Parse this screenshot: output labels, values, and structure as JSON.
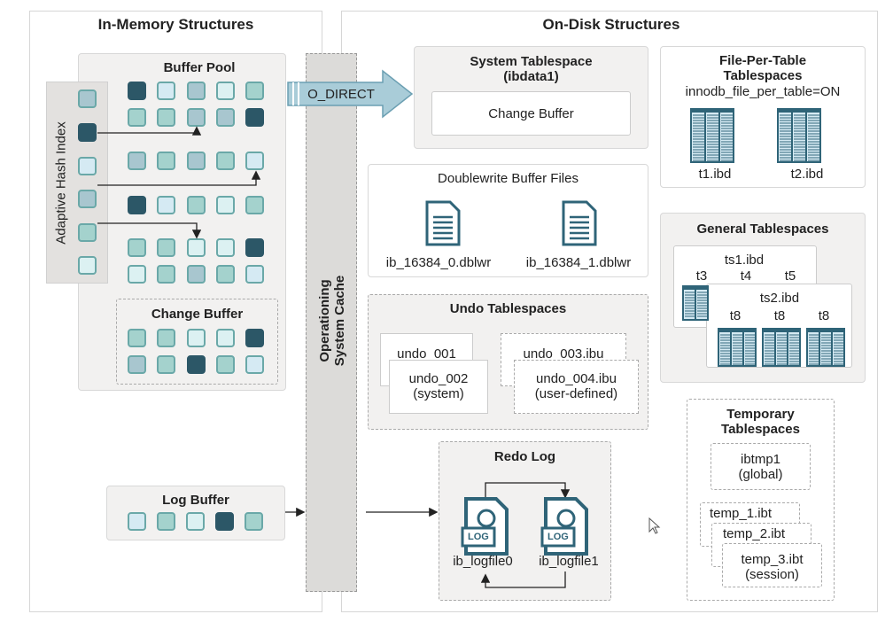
{
  "in_memory": {
    "title": "In-Memory Structures",
    "buffer_pool": {
      "title": "Buffer Pool",
      "rows": [
        [
          "D",
          "L",
          "G",
          "P",
          "M"
        ],
        [
          "M",
          "M",
          "G",
          "G",
          "D"
        ],
        [
          "G",
          "M",
          "G",
          "M",
          "L"
        ],
        [
          "D",
          "L",
          "M",
          "P",
          "M"
        ],
        [
          "M",
          "M",
          "P",
          "P",
          "D"
        ],
        [
          "P",
          "M",
          "G",
          "M",
          "L"
        ]
      ]
    },
    "adaptive_hash_index": {
      "title": "Adaptive Hash Index",
      "cells": [
        "G",
        "D",
        "L",
        "G",
        "M",
        "P"
      ]
    },
    "change_buffer": {
      "title": "Change Buffer",
      "rows": [
        [
          "M",
          "M",
          "P",
          "P",
          "D"
        ],
        [
          "G",
          "M",
          "D",
          "M",
          "L"
        ]
      ]
    },
    "log_buffer": {
      "title": "Log Buffer",
      "cells": [
        "L",
        "M",
        "P",
        "D",
        "M"
      ]
    }
  },
  "os_cache": {
    "line1": "Operationing",
    "line2": "System Cache"
  },
  "o_direct": "O_DIRECT",
  "on_disk": {
    "title": "On-Disk Structures",
    "system_tablespace": {
      "title": "System Tablespace",
      "subtitle": "(ibdata1)",
      "change_buffer": "Change Buffer"
    },
    "file_per_table": {
      "title1": "File-Per-Table",
      "title2": "Tablespaces",
      "setting": "innodb_file_per_table=ON",
      "files": [
        "t1.ibd",
        "t2.ibd"
      ]
    },
    "doublewrite": {
      "title": "Doublewrite Buffer Files",
      "files": [
        "ib_16384_0.dblwr",
        "ib_16384_1.dblwr"
      ]
    },
    "general": {
      "title": "General Tablespaces",
      "ts1": "ts1.ibd",
      "ts1_tables": [
        "t3",
        "t4",
        "t5"
      ],
      "ts2": "ts2.ibd",
      "ts2_tables": [
        "t8",
        "t8",
        "t8"
      ]
    },
    "undo": {
      "title": "Undo Tablespaces",
      "u1": "undo_001",
      "u2": "undo_002",
      "u2_sub": "(system)",
      "u3": "undo_003.ibu",
      "u4": "undo_004.ibu",
      "u4_sub": "(user-defined)"
    },
    "redo": {
      "title": "Redo Log",
      "files": [
        "ib_logfile0",
        "ib_logfile1"
      ],
      "icon_label": "LOG"
    },
    "temporary": {
      "title1": "Temporary",
      "title2": "Tablespaces",
      "global": "ibtmp1",
      "global_sub": "(global)",
      "s1": "temp_1.ibt",
      "s2": "temp_2.ibt",
      "s3": "temp_3.ibt",
      "s3_sub": "(session)"
    }
  },
  "colors": {
    "D": "#2c5767",
    "M": "#a4d2cd",
    "L": "#d5eaf3",
    "G": "#a8c6cf",
    "P": "#dcf1f2",
    "icon": "#2f6478"
  }
}
